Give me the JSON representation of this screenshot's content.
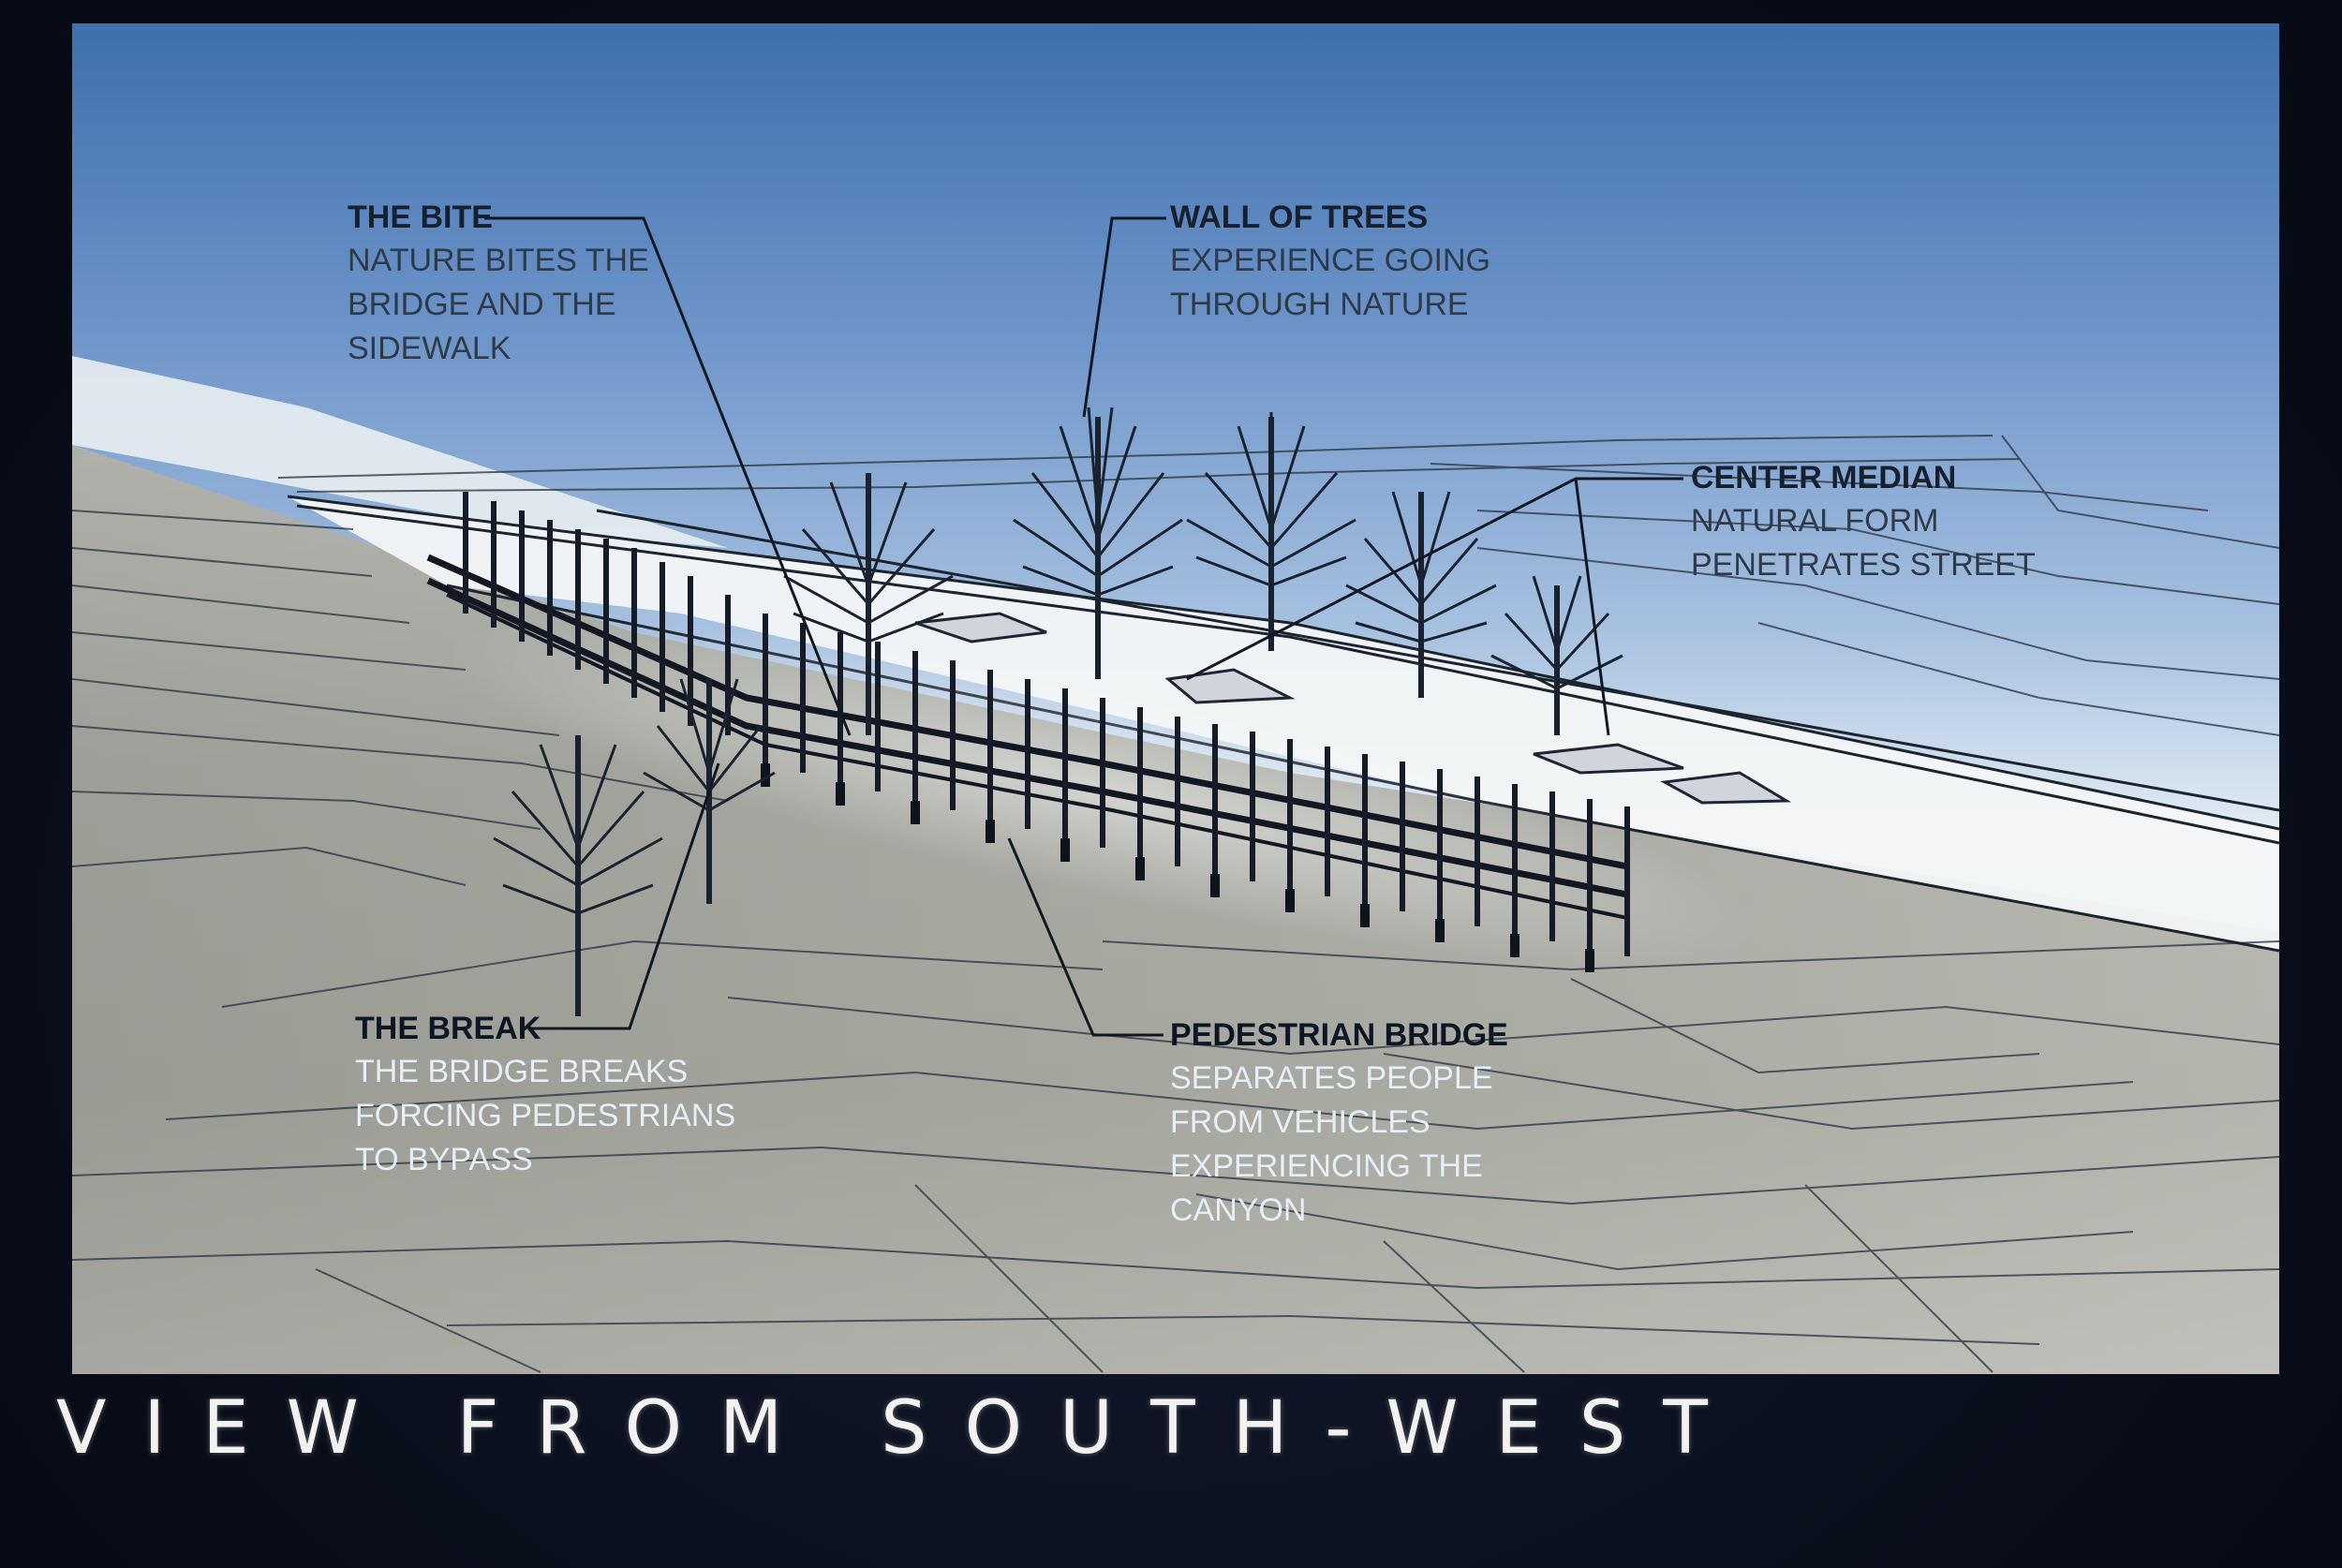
{
  "caption": "VIEW FROM SOUTH-WEST",
  "annotations": {
    "bite": {
      "title": "THE BITE",
      "lines": [
        "NATURE BITES THE",
        "BRIDGE AND THE",
        "SIDEWALK"
      ]
    },
    "wall_of_trees": {
      "title": "WALL OF TREES",
      "lines": [
        "EXPERIENCE GOING",
        "THROUGH NATURE"
      ]
    },
    "center_median": {
      "title": "CENTER MEDIAN",
      "lines": [
        "NATURAL FORM",
        "PENETRATES STREET"
      ]
    },
    "break": {
      "title": "THE BREAK",
      "lines": [
        "THE BRIDGE BREAKS",
        "FORCING PEDESTRIANS",
        "TO BYPASS"
      ]
    },
    "pedestrian_bridge": {
      "title": "PEDESTRIAN BRIDGE",
      "lines": [
        "SEPARATES PEOPLE",
        "FROM VEHICLES",
        "EXPERIENCING THE",
        "CANYON"
      ]
    }
  },
  "colors": {
    "sky_top": "#3f6fae",
    "sky_low": "#e3ecf4",
    "ground": "#9a9a90",
    "frame": "#0a1020",
    "linework": "#1c2430"
  }
}
